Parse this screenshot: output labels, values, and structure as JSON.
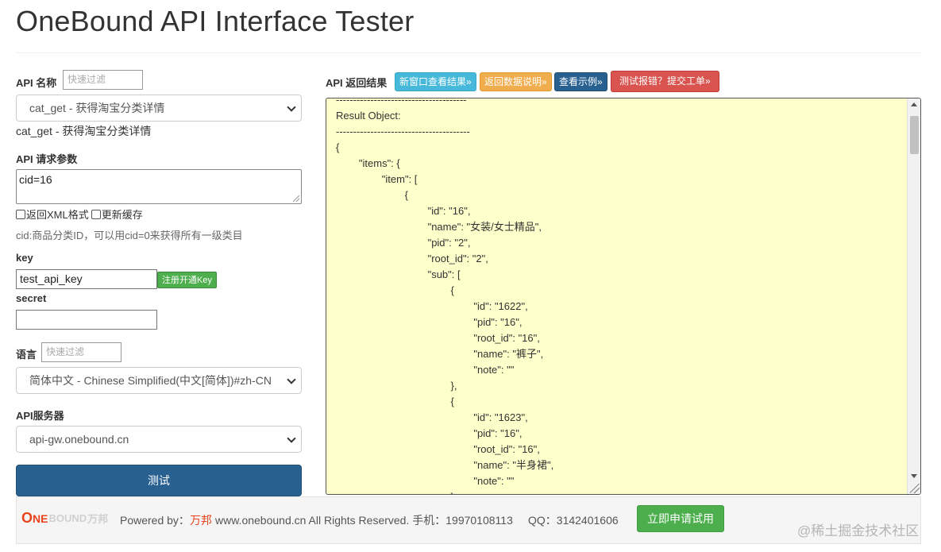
{
  "header": {
    "title": "OneBound API Interface Tester"
  },
  "api": {
    "name_label": "API 名称",
    "filter_placeholder": "快速过滤",
    "selected": "cat_get - 获得淘宝分类详情",
    "description": "cat_get - 获得淘宝分类详情"
  },
  "params": {
    "label": "API 请求参数",
    "value": "cid=16",
    "xml_label": "返回XML格式",
    "cache_label": "更新缓存",
    "hint": "cid:商品分类ID，可以用cid=0来获得所有一级类目"
  },
  "key": {
    "label": "key",
    "value": "test_api_key",
    "register_button": "注册开通Key"
  },
  "secret": {
    "label": "secret",
    "value": ""
  },
  "language": {
    "label": "语言",
    "filter_placeholder": "快速过滤",
    "selected": "简体中文 - Chinese Simplified(中文[简体])#zh-CN"
  },
  "server": {
    "label": "API服务器",
    "selected": "api-gw.onebound.cn"
  },
  "test_button": "测试",
  "result": {
    "label": "API 返回结果",
    "buttons": {
      "new_window": "新窗口查看结果»",
      "data_doc": "返回数据说明»",
      "example": "查看示例»",
      "report": "测试报错？提交工单»"
    },
    "lines": [
      "--------------------------------------",
      "Result Object:",
      "---------------------------------------",
      "{",
      "        \"items\": {",
      "                \"item\": [",
      "                        {",
      "                                \"id\": \"16\",",
      "                                \"name\": \"女装/女士精品\",",
      "                                \"pid\": \"2\",",
      "                                \"root_id\": \"2\",",
      "                                \"sub\": [",
      "                                        {",
      "                                                \"id\": \"1622\",",
      "                                                \"pid\": \"16\",",
      "                                                \"root_id\": \"16\",",
      "                                                \"name\": \"裤子\",",
      "                                                \"note\": \"\"",
      "                                        },",
      "                                        {",
      "                                                \"id\": \"1623\",",
      "                                                \"pid\": \"16\",",
      "                                                \"root_id\": \"16\",",
      "                                                \"name\": \"半身裙\",",
      "                                                \"note\": \"\"",
      "                                        },"
    ]
  },
  "footer": {
    "logo_o": "O",
    "logo_ne": "NE",
    "logo_bound": "BOUND",
    "logo_cn": "万邦",
    "powered": "Powered by：",
    "brand": "万邦",
    "rights": "www.onebound.cn All Rights Reserved. 手机：19970108113",
    "qq": "QQ：3142401606",
    "apply_button": "立即申请试用"
  },
  "watermark": "@稀土掘金技术社区"
}
